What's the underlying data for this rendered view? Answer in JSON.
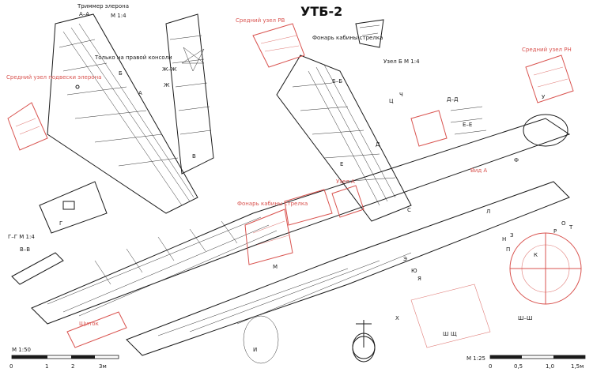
{
  "title": "УТБ-2",
  "colors": {
    "ink": "#1a1a1a",
    "annotation_red": "#d9534f"
  },
  "labels": {
    "trim_tab": "Триммер элерона",
    "trim_scale": "М 1:4",
    "only_right": "Только на правой консоли",
    "aileron_hinge": "Средний узел подвески элерона",
    "middle_hinge_rv": "Средний узел РВ",
    "gunner_canopy_top": "Фонарь кабины стрелка",
    "hinge_b": "Узел Б М 1:4",
    "middle_hinge_rn": "Средний узел РН",
    "gunner_canopy_mid": "Фонарь кабины стрелка",
    "hinge_a": "Узел А",
    "shield": "Щиток",
    "section_gg": "Г–Г М 1:4",
    "section_vv": "В–В",
    "view_a": "Вид А",
    "scale_left": "М 1:50",
    "scale_right": "М 1:25",
    "sec_aa": "А–А",
    "sec_bb": "Б–Б",
    "sec_dd": "Д–Д",
    "sec_ee": "Е–Е",
    "sec_zz": "Ж–Ж",
    "sec_shsh": "Ш–Ш"
  },
  "scale_left_ticks": [
    "0",
    "1",
    "2",
    "3м"
  ],
  "scale_right_ticks": [
    "0",
    "0,5",
    "1,0",
    "1,5м"
  ],
  "section_letters": [
    "А",
    "Б",
    "В",
    "Г",
    "Д",
    "Е",
    "Ж",
    "З",
    "И",
    "К",
    "Л",
    "М",
    "Н",
    "О",
    "П",
    "Р",
    "С",
    "Т",
    "У",
    "Ф",
    "Х",
    "Ц",
    "Ч",
    "Ш",
    "Щ",
    "Э",
    "Ю",
    "Я"
  ]
}
